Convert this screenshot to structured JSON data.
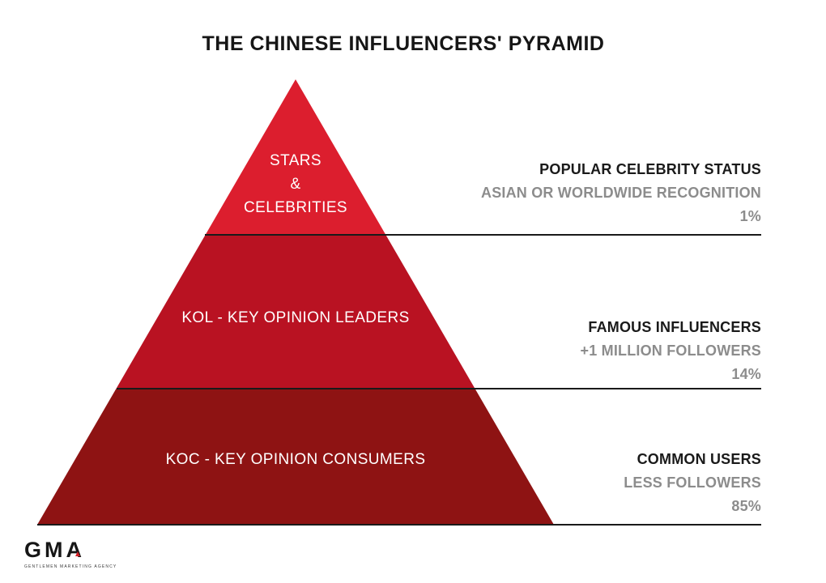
{
  "title": "THE CHINESE INFLUENCERS' PYRAMID",
  "pyramid": {
    "tiers": [
      {
        "name": "stars-and-celebrities",
        "label": "STARS\n&\nCELEBRITIES",
        "color": "#DC1E2E",
        "annotation": {
          "heading": "POPULAR CELEBRITY STATUS",
          "detail": "ASIAN OR WORLDWIDE RECOGNITION",
          "share": "1%"
        }
      },
      {
        "name": "kol-key-opinion-leaders",
        "label": "KOL - KEY OPINION LEADERS",
        "color": "#B91222",
        "annotation": {
          "heading": "FAMOUS INFLUENCERS",
          "detail": "+1 MILLION FOLLOWERS",
          "share": "14%"
        }
      },
      {
        "name": "koc-key-opinion-consumers",
        "label": "KOC - KEY OPINION CONSUMERS",
        "color": "#8E1313",
        "annotation": {
          "heading": "COMMON USERS",
          "detail": "LESS FOLLOWERS",
          "share": "85%"
        }
      }
    ]
  },
  "logo": {
    "text": "GMA",
    "tagline": "GENTLEMEN MARKETING AGENCY",
    "accent_color": "#D42027"
  },
  "colors": {
    "tier_top": "#DC1E2E",
    "tier_middle": "#B91222",
    "tier_bottom": "#8E1313",
    "heading_text": "#1A1A1A",
    "secondary_text": "#8C8C8C",
    "pyramid_text": "#FFFFFF",
    "divider": "#1A1A1A",
    "background": "#FFFFFF"
  }
}
